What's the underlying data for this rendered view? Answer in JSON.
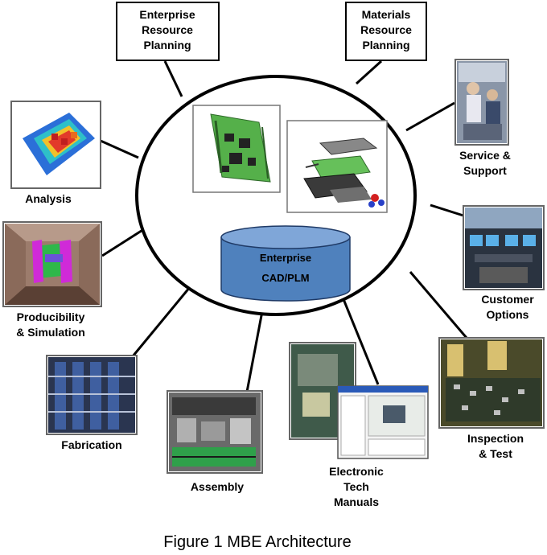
{
  "colors": {
    "line": "#000000",
    "db_fill": "#4f81bd",
    "db_top": "#7fa6d8",
    "frame": "#555555"
  },
  "top_boxes": {
    "erp": [
      "Enterprise",
      "Resource",
      "Planning"
    ],
    "mrp": [
      "Materials",
      "Resource",
      "Planning"
    ]
  },
  "center": {
    "db": [
      "Enterprise",
      "CAD/PLM"
    ]
  },
  "nodes": {
    "analysis": [
      "Analysis"
    ],
    "producibility": [
      "Producibility",
      "& Simulation"
    ],
    "fabrication": [
      "Fabrication"
    ],
    "assembly": [
      "Assembly"
    ],
    "manuals": [
      "Electronic",
      "Tech",
      "Manuals"
    ],
    "inspection": [
      "Inspection",
      "& Test"
    ],
    "customer": [
      "Customer",
      "Options"
    ],
    "service": [
      "Service &",
      "Support"
    ]
  },
  "caption": "Figure 1 MBE Architecture"
}
